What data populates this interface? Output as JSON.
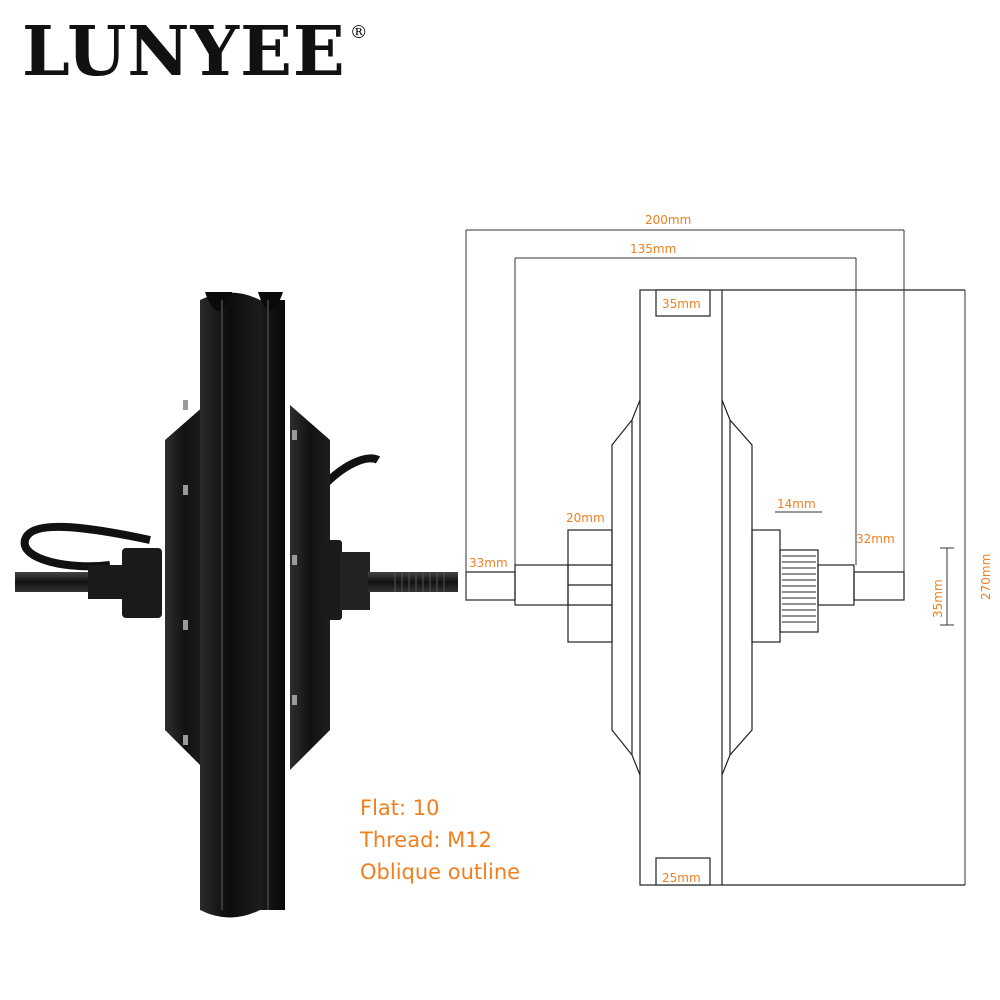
{
  "brand": {
    "name": "LUNYEE",
    "mark": "®"
  },
  "specs": {
    "flat": "Flat: 10",
    "thread": "Thread: M12",
    "outline": "Oblique outline"
  },
  "dimensions": {
    "overall_width": "200mm",
    "inner_width": "135mm",
    "rim_top": "35mm",
    "rim_bottom": "25mm",
    "left_spacer": "20mm",
    "left_axle": "33mm",
    "right_nut": "14mm",
    "right_axle": "32mm",
    "axle_height": "35mm",
    "diameter": "270mm"
  },
  "colors": {
    "annotation": "#f07f1e",
    "line": "#222222",
    "motor": "#151515"
  }
}
